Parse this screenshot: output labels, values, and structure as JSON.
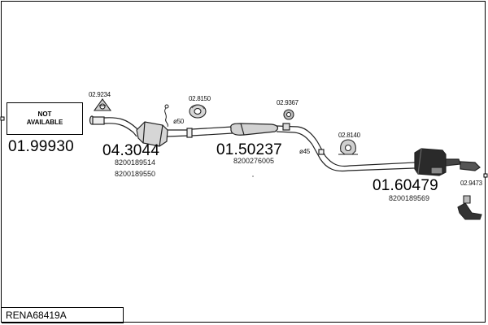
{
  "not_available": {
    "line1": "NOT",
    "line2": "AVAILABLE",
    "code": "01.99930"
  },
  "parts": [
    {
      "code": "04.3044",
      "refs": [
        "8200189514",
        "8200189550"
      ]
    },
    {
      "code": "01.50237",
      "refs": [
        "8200276005"
      ]
    },
    {
      "code": "01.60479",
      "refs": [
        "8200189569"
      ]
    }
  ],
  "accessories": [
    "02.9234",
    "02.8150",
    "02.9367",
    "02.8140",
    "02.9473"
  ],
  "diameters": [
    "ø50",
    "ø45"
  ],
  "model": "RENA68419A"
}
